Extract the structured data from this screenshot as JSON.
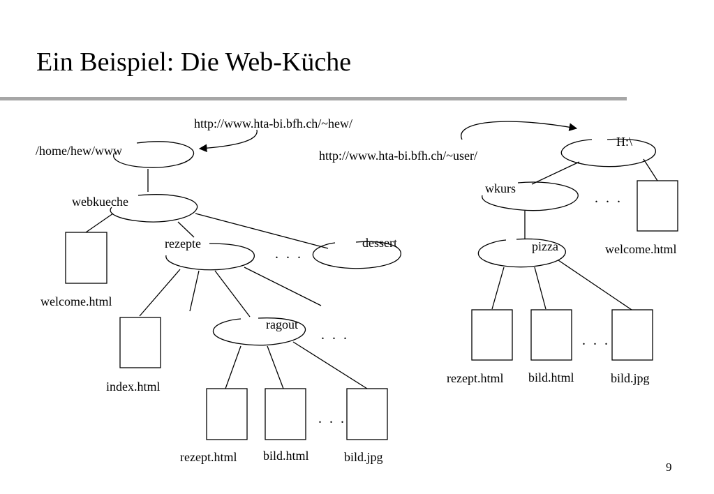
{
  "title": "Ein Beispiel: Die Web-Küche",
  "page_number": "9",
  "left_tree": {
    "url": "http://www.hta-bi.bfh.ch/~hew/",
    "root": "/home/hew/www",
    "webkueche": "webkueche",
    "rezepte": "rezepte",
    "dessert": "dessert",
    "ragout": "ragout",
    "welcome": "welcome.html",
    "index": "index.html",
    "rezept": "rezept.html",
    "bild_html": "bild.html",
    "bild_jpg": "bild.jpg",
    "ellipsis": ". . ."
  },
  "right_tree": {
    "url": "http://www.hta-bi.bfh.ch/~user/",
    "root": "H:\\",
    "wkurs": "wkurs",
    "pizza": "pizza",
    "welcome": "welcome.html",
    "rezept": "rezept.html",
    "bild_html": "bild.html",
    "bild_jpg": "bild.jpg",
    "ellipsis": ". . ."
  }
}
